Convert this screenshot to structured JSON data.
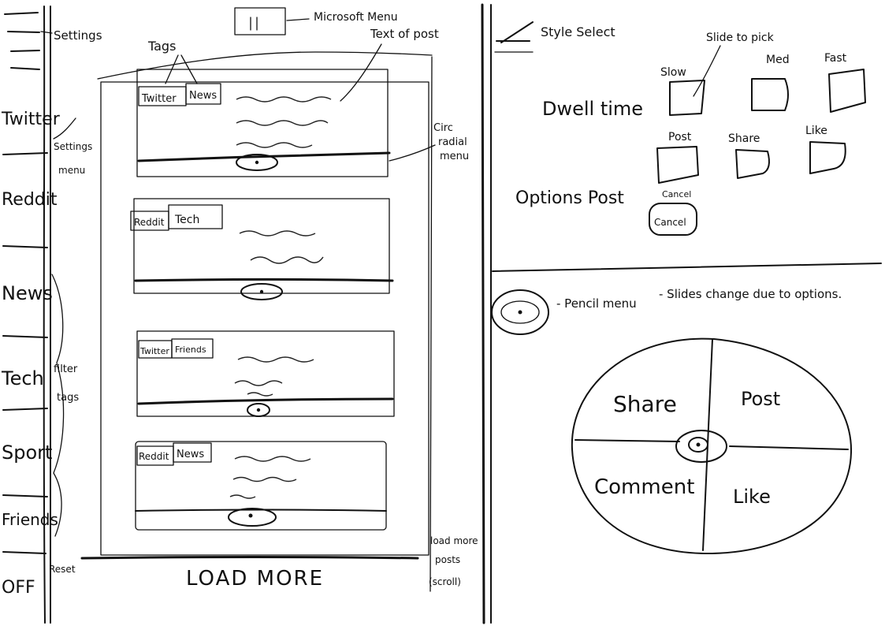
{
  "sidebar": {
    "items": [
      "Twitter",
      "Reddit",
      "News",
      "Tech",
      "Sport",
      "Friends",
      "OFF"
    ]
  },
  "annotations": {
    "settings": "Settings",
    "microsoft_menu": "Microsoft Menu",
    "tags": "Tags",
    "text_of_post": "Text of post",
    "circular_menu_1": "Circ",
    "circular_menu_2": "radial",
    "circular_menu_3": "menu",
    "settings_menu_1": "Settings",
    "settings_menu_2": "menu",
    "filter_tags_1": "filter",
    "filter_tags_2": "tags",
    "reset": "Reset",
    "load_more_note_1": "load more",
    "load_more_note_2": "posts",
    "load_more_note_3": "(scroll)"
  },
  "feed": {
    "posts": [
      {
        "tags": [
          "Twitter",
          "News"
        ]
      },
      {
        "tags": [
          "Reddit",
          "Tech"
        ]
      },
      {
        "tags": [
          "Twitter",
          "Friends"
        ]
      },
      {
        "tags": [
          "Reddit",
          "News"
        ]
      }
    ],
    "load_more": "LOAD MORE"
  },
  "settings_panel": {
    "style_select": "Style Select",
    "slide_to_pick": "Slide to pick",
    "dwell_time": "Dwell time",
    "dwell_options": [
      "Slow",
      "Med",
      "Fast"
    ],
    "options_post": "Options Post",
    "post_options": [
      "Post",
      "Share",
      "Like"
    ],
    "cancel": "Cancel",
    "cancel_button": "Cancel"
  },
  "radial": {
    "note_icon_label": "- Pencil menu",
    "note_desc": "- Slides change due to options.",
    "segments": [
      "Share",
      "Post",
      "Comment",
      "Like"
    ]
  },
  "colors": {
    "ink": "#111111",
    "paper": "#ffffff"
  }
}
